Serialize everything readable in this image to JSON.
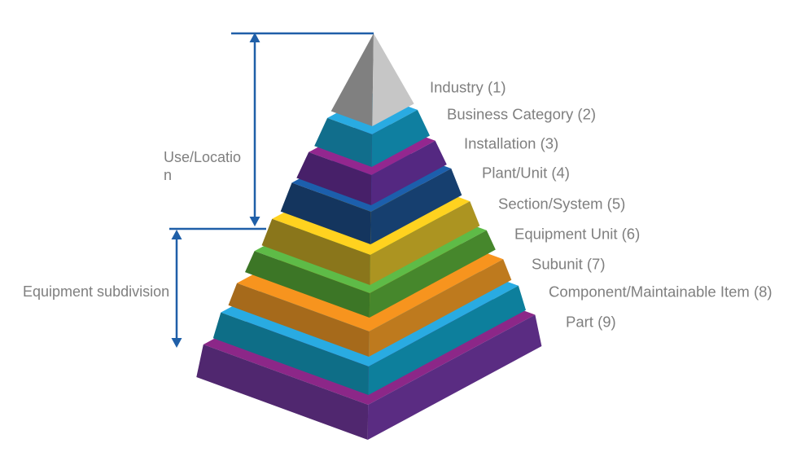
{
  "diagram": {
    "levels": [
      {
        "label": "Industry (1)",
        "rim": "#A8A8A8",
        "left": "#808080",
        "right": "#C6C6C6"
      },
      {
        "label": "Business Category (2)",
        "rim": "#29ABE2",
        "left": "#116E8C",
        "right": "#0F7FA0"
      },
      {
        "label": "Installation (3)",
        "rim": "#93278F",
        "left": "#472069",
        "right": "#542881"
      },
      {
        "label": "Plant/Unit (4)",
        "rim": "#1C5FAC",
        "left": "#14355E",
        "right": "#163F6F"
      },
      {
        "label": "Section/System (5)",
        "rim": "#FFD21F",
        "left": "#8A761B",
        "right": "#AC9421"
      },
      {
        "label": "Equipment Unit (6)",
        "rim": "#5EBB47",
        "left": "#3C7626",
        "right": "#46872C"
      },
      {
        "label": "Subunit (7)",
        "rim": "#F7941E",
        "left": "#A66A1B",
        "right": "#BE7A1E"
      },
      {
        "label": "Component/Maintainable Item (8)",
        "rim": "#29ABE2",
        "left": "#0E6E87",
        "right": "#0D7F9C"
      },
      {
        "label": "Part (9)",
        "rim": "#8C2788",
        "left": "#50276F",
        "right": "#5A2C82"
      }
    ],
    "annotations": {
      "use_location_lines": [
        "Use/Locatio",
        "n"
      ],
      "equipment_subdivision": "Equipment subdivision"
    },
    "colors": {
      "arrow": "#1F5FA8",
      "label_text": "#7F7F7F"
    }
  }
}
